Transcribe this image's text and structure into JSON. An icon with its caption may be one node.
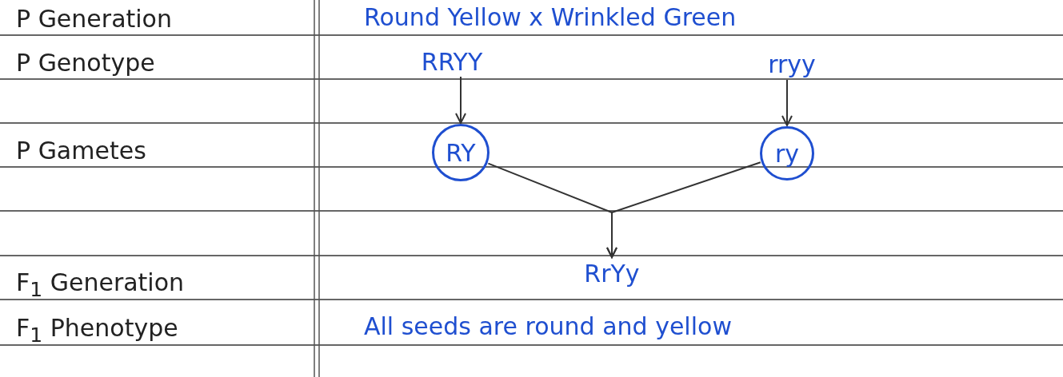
{
  "diagram": {
    "nodes": [
      {
        "text": [
          "RRYY"
        ]
      },
      {
        "text": [
          "rryy"
        ]
      },
      {
        "text": [
          "RY"
        ]
      },
      {
        "text": [
          "ry"
        ]
      },
      {
        "text": [
          "RrYy"
        ]
      }
    ],
    "edges": [
      {
        "from": 0,
        "to": 2,
        "arrow": "to"
      },
      {
        "from": 1,
        "to": 3,
        "arrow": "to"
      },
      {
        "from": 2,
        "to": 4,
        "arrow": "to"
      },
      {
        "from": 3,
        "to": 4,
        "arrow": "to"
      }
    ],
    "labels": [
      "P Generation",
      "Round Yellow x Wrinkled Green",
      "P Genotype",
      "P Gametes",
      "F$_{1}$ Generation",
      "F$_{1}$ Phenotype",
      "All seeds are round and yellow"
    ]
  }
}
